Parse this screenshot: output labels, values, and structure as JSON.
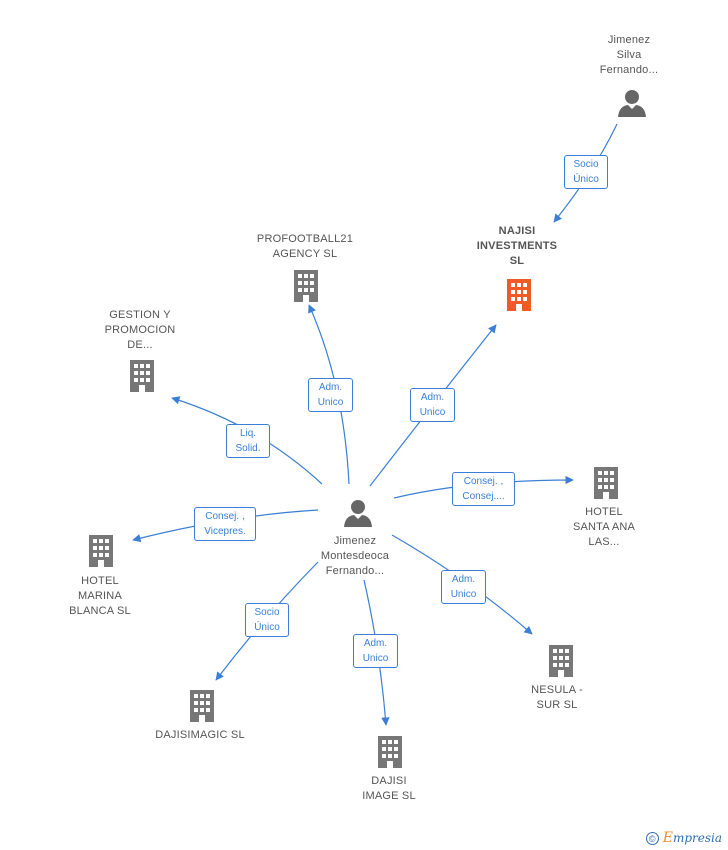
{
  "colors": {
    "edge": "#3a7fd5",
    "company_icon": "#777777",
    "highlight_icon": "#f05a28",
    "person_icon": "#666666"
  },
  "nodes": {
    "jimenez_silva": {
      "label": "Jimenez\nSilva\nFernando...",
      "icon": "person-icon"
    },
    "najisi": {
      "label": "NAJISI\nINVESTMENTS\nSL",
      "icon": "building-icon"
    },
    "profootball": {
      "label": "PROFOOTBALL21\nAGENCY SL",
      "icon": "building-icon"
    },
    "gestion": {
      "label": "GESTION Y\nPROMOCION\nDE...",
      "icon": "building-icon"
    },
    "center_person": {
      "label": "Jimenez\nMontesdeoca\nFernando...",
      "icon": "person-icon"
    },
    "hotel_santa_ana": {
      "label": "HOTEL\nSANTA ANA\nLAS...",
      "icon": "building-icon"
    },
    "hotel_marina": {
      "label": "HOTEL\nMARINA\nBLANCA SL",
      "icon": "building-icon"
    },
    "nesula": {
      "label": "NESULA -\nSUR SL",
      "icon": "building-icon"
    },
    "dajisimagic": {
      "label": "DAJISIMAGIC SL",
      "icon": "building-icon"
    },
    "dajisi_image": {
      "label": "DAJISI\nIMAGE SL",
      "icon": "building-icon"
    }
  },
  "edges": {
    "silva_najisi": "Socio\nÚnico",
    "center_najisi": "Adm.\nUnico",
    "center_profootball": "Adm.\nUnico",
    "center_gestion": "Liq.\nSolid.",
    "center_hotel_santa_ana": "Consej. ,\nConsej....",
    "center_hotel_marina": "Consej. ,\nVicepres.",
    "center_nesula": "Adm.\nUnico",
    "center_dajisimagic": "Socio\nÚnico",
    "center_dajisi_image": "Adm.\nUnico"
  },
  "footer": {
    "copyright": "©",
    "brand_first": "E",
    "brand_rest": "mpresia"
  }
}
